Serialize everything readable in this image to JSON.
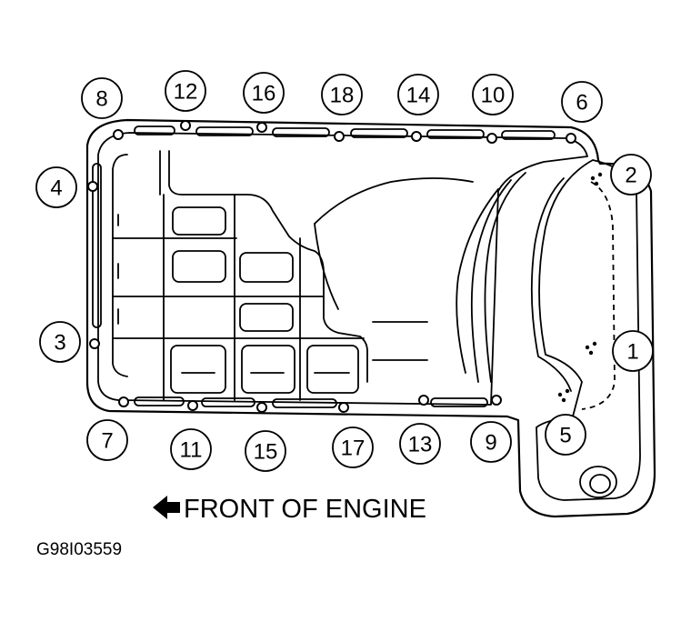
{
  "callouts": [
    "1",
    "2",
    "3",
    "4",
    "5",
    "6",
    "7",
    "8",
    "9",
    "10",
    "11",
    "12",
    "13",
    "14",
    "15",
    "16",
    "17",
    "18"
  ],
  "caption": "FRONT OF ENGINE",
  "figure_id": "G98I03559"
}
